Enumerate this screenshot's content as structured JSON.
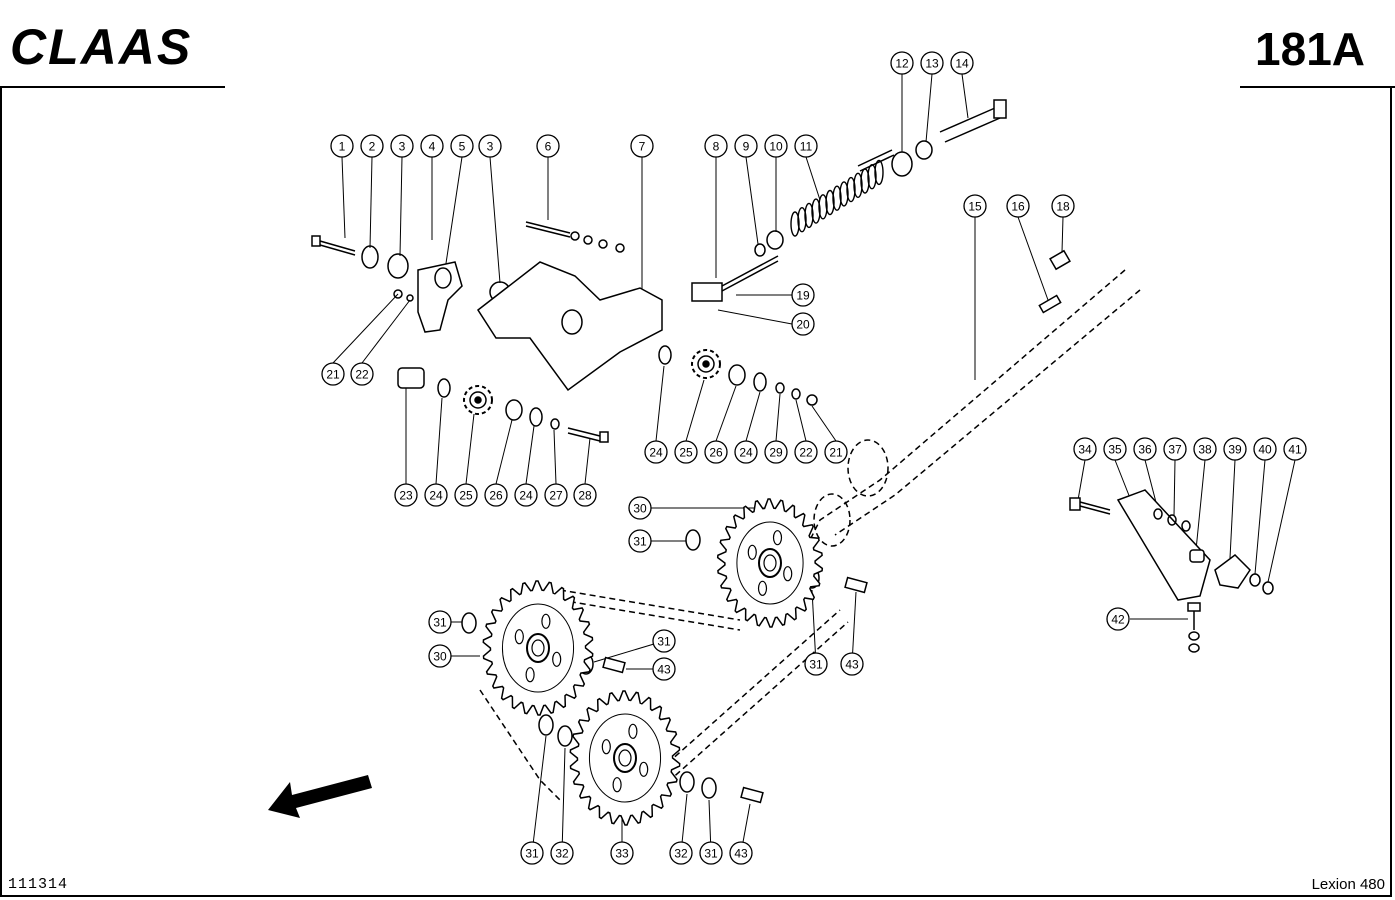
{
  "header": {
    "brand": "CLAAS",
    "page_number": "181A"
  },
  "footer": {
    "drawing_number": "111314",
    "model": "Lexion 480"
  },
  "callouts": {
    "top_row": [
      "1",
      "2",
      "3",
      "4",
      "5",
      "3",
      "6",
      "7",
      "8",
      "9",
      "10",
      "11",
      "12",
      "13",
      "14",
      "15",
      "16",
      "18"
    ],
    "left_group": [
      "21",
      "22"
    ],
    "left_bottom_row": [
      "23",
      "24",
      "25",
      "26",
      "24",
      "27",
      "28"
    ],
    "right_bottom_row": [
      "24",
      "25",
      "26",
      "24",
      "29",
      "22",
      "21"
    ],
    "pin_labels": [
      "19",
      "20"
    ],
    "drive_labels": [
      "30",
      "31",
      "31",
      "30",
      "31",
      "43",
      "31",
      "43",
      "31",
      "32",
      "33",
      "32",
      "31",
      "43"
    ],
    "tensioner_row": [
      "34",
      "35",
      "36",
      "37",
      "38",
      "39",
      "40",
      "41"
    ],
    "tensioner_bolt": "42"
  }
}
